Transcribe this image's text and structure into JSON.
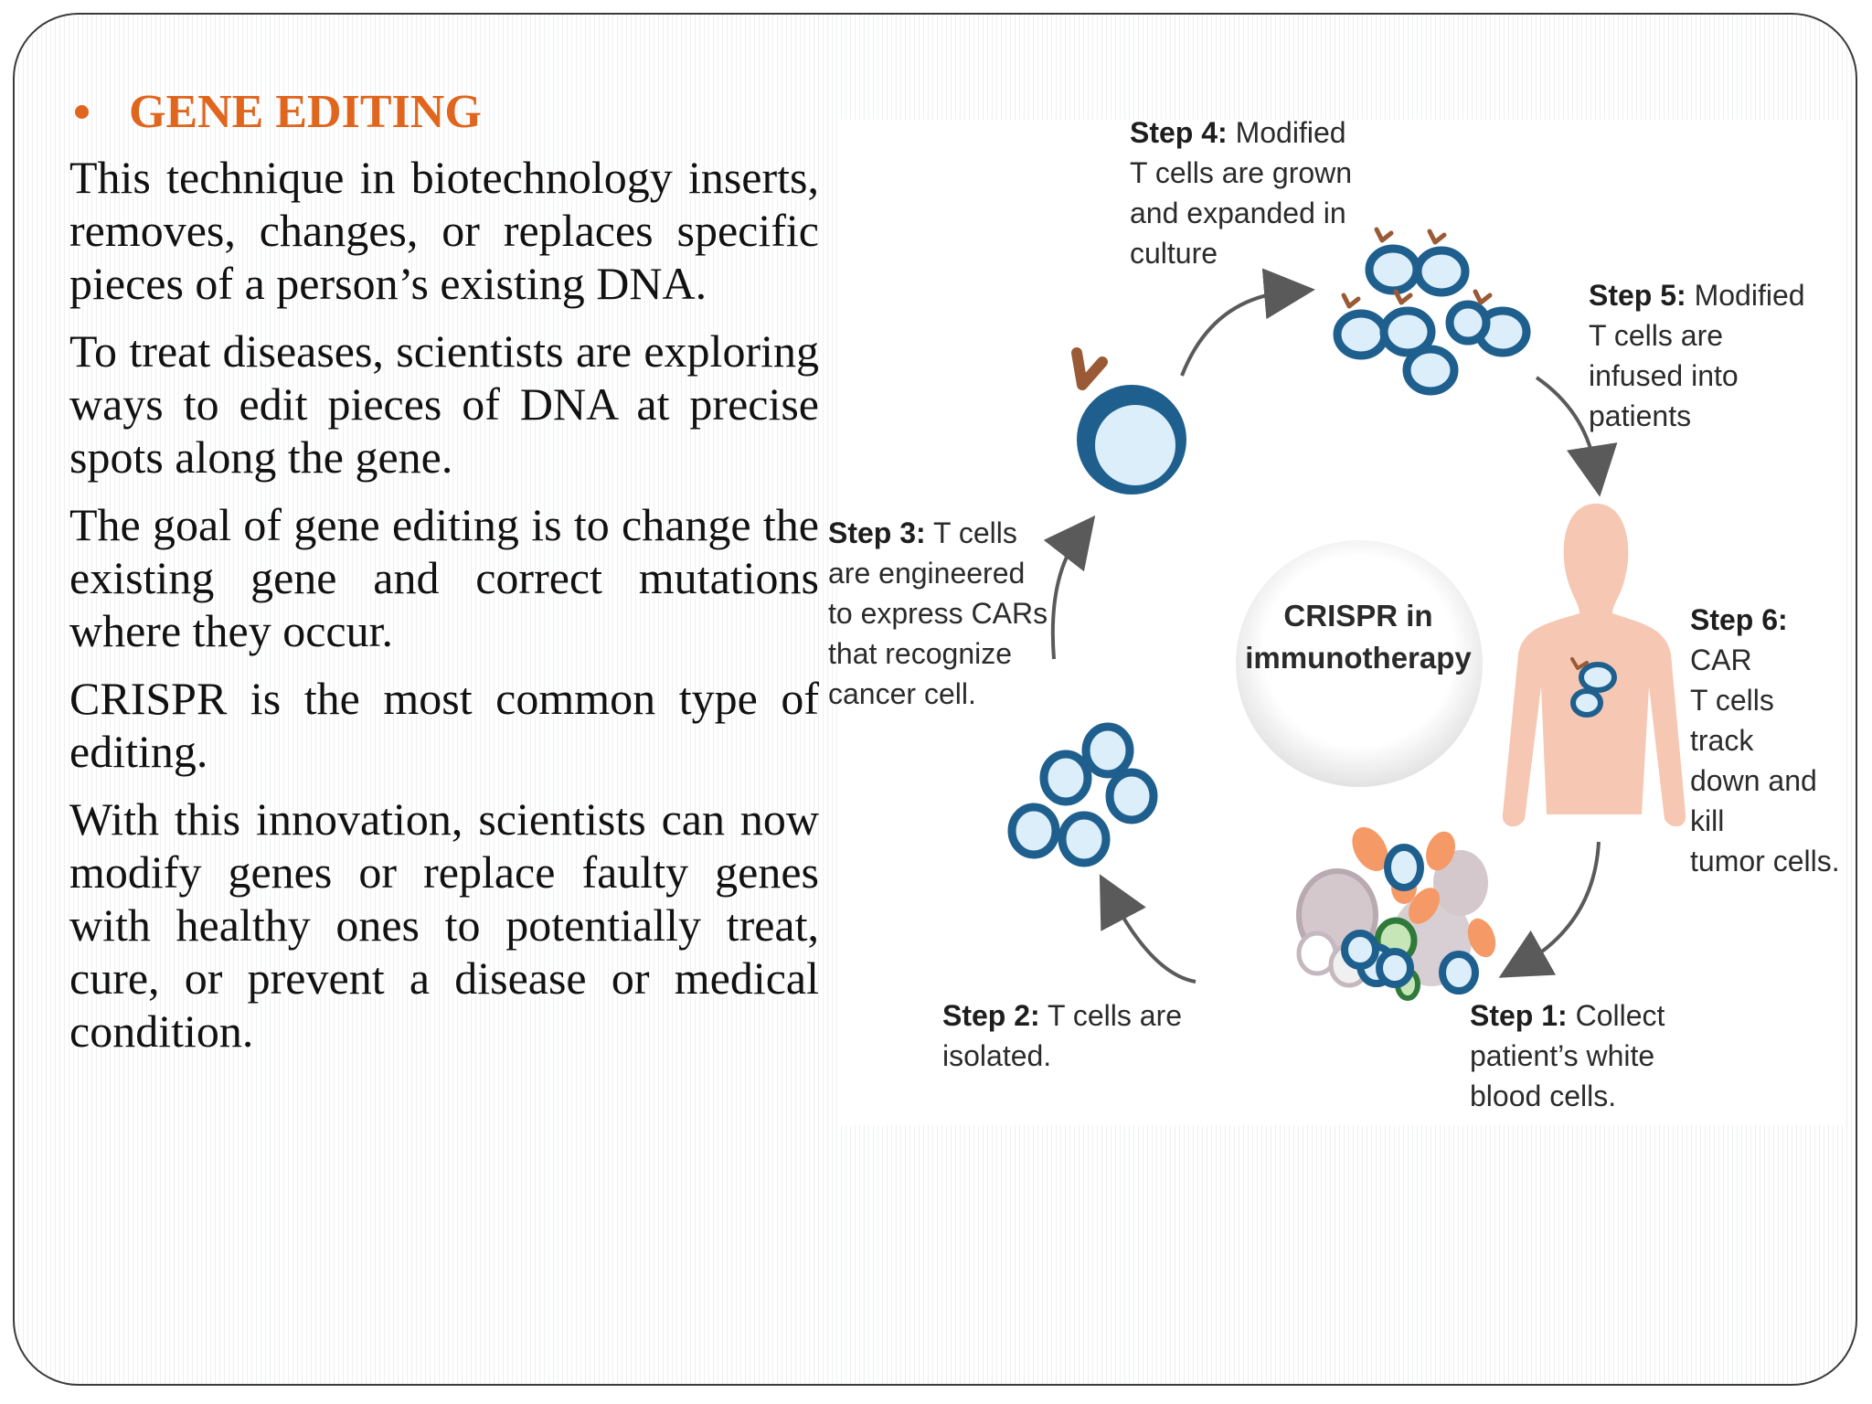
{
  "heading": "GENE EDITING",
  "paragraphs": [
    "This technique in biotechnology inserts, removes, changes, or replaces specific pieces of a person’s existing DNA.",
    "To treat diseases, scientists are exploring ways to edit pieces of DNA at precise spots along the gene.",
    "The goal of gene editing is to change the existing gene and correct mutations where they occur.",
    "CRISPR is the most common type of editing.",
    "With this innovation, scientists can now modify genes or replace faulty genes with healthy ones to potentially treat, cure, or prevent a disease or medical condition."
  ],
  "diagram": {
    "center": [
      "CRISPR in",
      "immunotherapy"
    ],
    "steps": {
      "step1": {
        "label": "Step 1:",
        "lines": [
          "Collect",
          "patient’s white",
          "blood cells."
        ]
      },
      "step2": {
        "label": "Step 2:",
        "lines": [
          "T cells are",
          "isolated."
        ]
      },
      "step3": {
        "label": "Step 3:",
        "lines": [
          "T cells",
          "are engineered",
          "to express CARs",
          "that recognize",
          "cancer cell."
        ]
      },
      "step4": {
        "label": "Step 4:",
        "lines": [
          "Modified",
          "T cells are grown",
          "and expanded in",
          "culture"
        ]
      },
      "step5": {
        "label": "Step 5:",
        "lines": [
          "Modified",
          "T cells are",
          "infused into",
          "patients"
        ]
      },
      "step6": {
        "label": "Step 6:",
        "lines": [
          "CAR",
          "T cells track",
          "down and kill",
          "tumor cells."
        ]
      }
    },
    "colors": {
      "accent": "#e0661e",
      "cell_ring": "#1f5f8e",
      "cell_fill": "#d9eefb",
      "receptor": "#9a5a36",
      "body": "#f6c7b3",
      "arrow": "#5a5a5a"
    }
  }
}
